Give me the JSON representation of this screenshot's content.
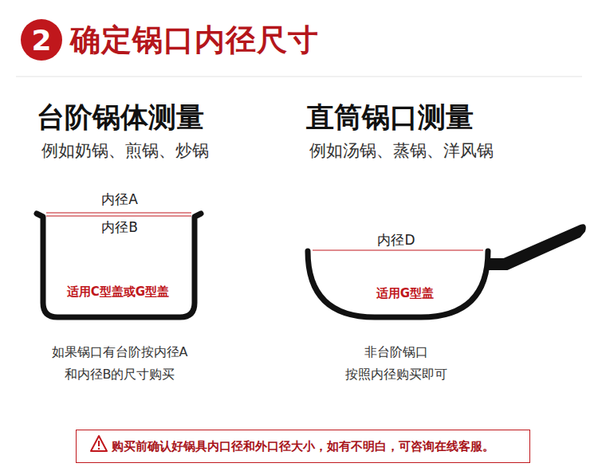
{
  "diagram": {
    "title": "确定锅口内径尺寸",
    "nodes": [
      {
        "text": [
          "2"
        ]
      },
      {
        "text": [
          "购买前确认好锅具内口径和外口径大小，如有不明白，可咨询在线客服。"
        ]
      }
    ],
    "labels": [
      "台阶锅体测量",
      "例如奶锅、煎锅、炒锅",
      "直筒锅口测量",
      "例如汤锅、蒸锅、洋风锅",
      "内径A",
      "内径B",
      "适用C型盖或G型盖",
      "内径D",
      "适用G型盖",
      "如果锅口有台阶按内径A 和内径B的尺寸购买",
      "非台阶锅口 按照内径购买即可"
    ]
  }
}
